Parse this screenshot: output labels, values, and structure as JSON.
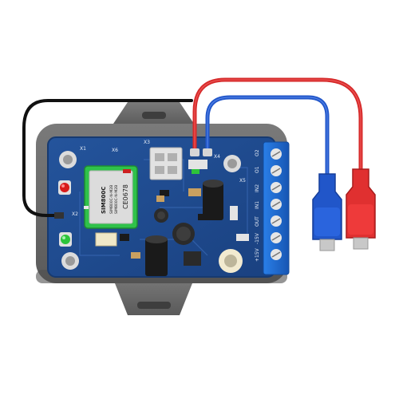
{
  "image": {
    "description_hidden": "",
    "colors": {
      "background": "#ffffff",
      "enclosure": "#6e6e6e",
      "enclosure_dark": "#555555",
      "pcb": "#1f4a8c",
      "pcb_edge": "#173a70",
      "terminal": "#1f6fd6",
      "module_green": "#2fc24a",
      "wire_red": "#d62a2a",
      "wire_blue": "#2156c9",
      "wire_black": "#111111"
    }
  },
  "module": {
    "brand": "SIM800C",
    "line1": "SIM800C-N-M2B",
    "line2": "SIM800C-N-M2B",
    "ce_mark": "CE0678"
  },
  "terminal_labels": [
    "O2",
    "O1",
    "IN2",
    "IN1",
    "OUT",
    "-15V",
    "+15V"
  ],
  "silk": {
    "x1": "X1",
    "x2": "X2",
    "x3": "X3",
    "x4": "X4",
    "x5": "X5",
    "x6": "X6"
  }
}
